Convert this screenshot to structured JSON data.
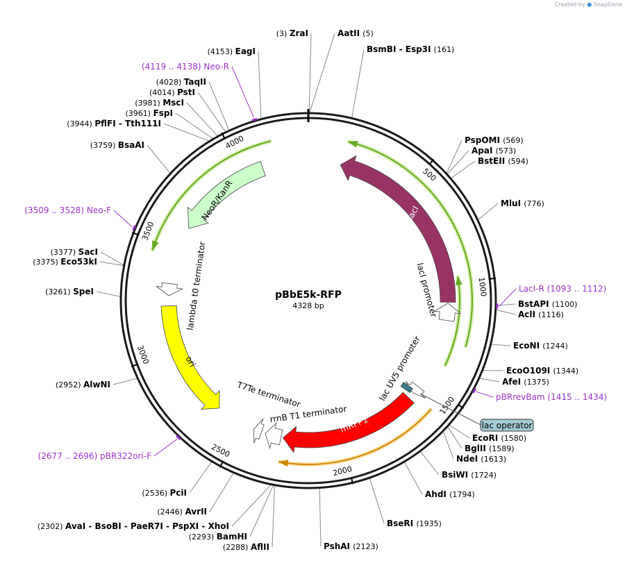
{
  "credit": {
    "prefix": "Created by",
    "brand": "SnapGene"
  },
  "plasmid": {
    "name": "pBbE5k-RFP",
    "length_text": "4328 bp",
    "length": 4328
  },
  "ticks": [
    {
      "pos": 500,
      "label": "500"
    },
    {
      "pos": 1000,
      "label": "1000"
    },
    {
      "pos": 1500,
      "label": "1500"
    },
    {
      "pos": 2000,
      "label": "2000"
    },
    {
      "pos": 2500,
      "label": "2500"
    },
    {
      "pos": 3000,
      "label": "3000"
    },
    {
      "pos": 3500,
      "label": "3500"
    },
    {
      "pos": 4000,
      "label": "4000"
    }
  ],
  "sites": [
    {
      "pos": 3,
      "label": "(3)  ZraI"
    },
    {
      "pos": 5,
      "label": "AatII  (5)"
    },
    {
      "pos": 161,
      "label": "BsmBI - Esp3I  (161)"
    },
    {
      "pos": 569,
      "label": "PspOMI  (569)"
    },
    {
      "pos": 573,
      "label": "ApaI  (573)"
    },
    {
      "pos": 594,
      "label": "BstEII  (594)"
    },
    {
      "pos": 776,
      "label": "MluI  (776)"
    },
    {
      "pos": 1100,
      "label": "BstAPI  (1100)"
    },
    {
      "pos": 1116,
      "label": "AclI  (1116)"
    },
    {
      "pos": 1244,
      "label": "EcoNI  (1244)"
    },
    {
      "pos": 1344,
      "label": "EcoO109I  (1344)"
    },
    {
      "pos": 1375,
      "label": "AfeI  (1375)"
    },
    {
      "pos": 1580,
      "label": "EcoRI  (1580)"
    },
    {
      "pos": 1589,
      "label": "BglII  (1589)"
    },
    {
      "pos": 1613,
      "label": "NdeI  (1613)"
    },
    {
      "pos": 1724,
      "label": "BsiWI  (1724)"
    },
    {
      "pos": 1794,
      "label": "AhdI  (1794)"
    },
    {
      "pos": 1935,
      "label": "BseRI  (1935)"
    },
    {
      "pos": 2123,
      "label": "PshAI  (2123)"
    },
    {
      "pos": 2288,
      "label": "(2288)  AflII"
    },
    {
      "pos": 2293,
      "label": "(2293)  BamHI"
    },
    {
      "pos": 2302,
      "label": "(2302)  AvaI - BsoBI - PaeR7I - PspXI - XhoI"
    },
    {
      "pos": 2446,
      "label": "(2446)  AvrII"
    },
    {
      "pos": 2536,
      "label": "(2536)  PciI"
    },
    {
      "pos": 2952,
      "label": "(2952)  AlwNI"
    },
    {
      "pos": 3261,
      "label": "(3261)  SpeI"
    },
    {
      "pos": 3375,
      "label": "(3375)  Eco53kI"
    },
    {
      "pos": 3377,
      "label": "(3377)  SacI"
    },
    {
      "pos": 3759,
      "label": "(3759)  BsaAI"
    },
    {
      "pos": 3944,
      "label": "(3944)  PflFI - Tth111I"
    },
    {
      "pos": 3961,
      "label": "(3961)  FspI"
    },
    {
      "pos": 3981,
      "label": "(3981)  MscI"
    },
    {
      "pos": 4014,
      "label": "(4014)  PstI"
    },
    {
      "pos": 4028,
      "label": "(4028)  TaqII"
    },
    {
      "pos": 4153,
      "label": "(4153)  EagI"
    }
  ],
  "primers": [
    {
      "name": "Neo-R",
      "range": "(4119 .. 4138)",
      "start": 4119,
      "end": 4138
    },
    {
      "name": "Neo-F",
      "range": "(3509 .. 3528)",
      "start": 3509,
      "end": 3528
    },
    {
      "name": "LacI-R",
      "range": "(1093 .. 1112)",
      "start": 1093,
      "end": 1112
    },
    {
      "name": "pBRrevBam",
      "range": "(1415 .. 1434)",
      "start": 1415,
      "end": 1434
    },
    {
      "name": "pBR322ori-F",
      "range": "(2677 .. 2696)",
      "start": 2677,
      "end": 2696
    }
  ],
  "features": [
    {
      "name": "lacI",
      "color": "#993366"
    },
    {
      "name": "lacI promoter",
      "color": "#ffffff"
    },
    {
      "name": "lac UV5 promoter",
      "color": "#ffffff"
    },
    {
      "name": "lac operator",
      "color": "#3a7f8a"
    },
    {
      "name": "mRFP1",
      "color": "#ff0000"
    },
    {
      "name": "rrnB T1 terminator",
      "color": "#ffffff"
    },
    {
      "name": "T7Te terminator",
      "color": "#ffffff"
    },
    {
      "name": "ori",
      "color": "#ffff00"
    },
    {
      "name": "lambda t0 terminator",
      "color": "#ffffff"
    },
    {
      "name": "NeoR/KanR",
      "color": "#ccffcc"
    }
  ],
  "callout": {
    "label": "lac operator",
    "color": "#a4ccd6"
  },
  "colors": {
    "ring": "#222222",
    "primer": "#9933cc",
    "green_arc": "#66aa22",
    "orange_arc": "#cc8800"
  }
}
